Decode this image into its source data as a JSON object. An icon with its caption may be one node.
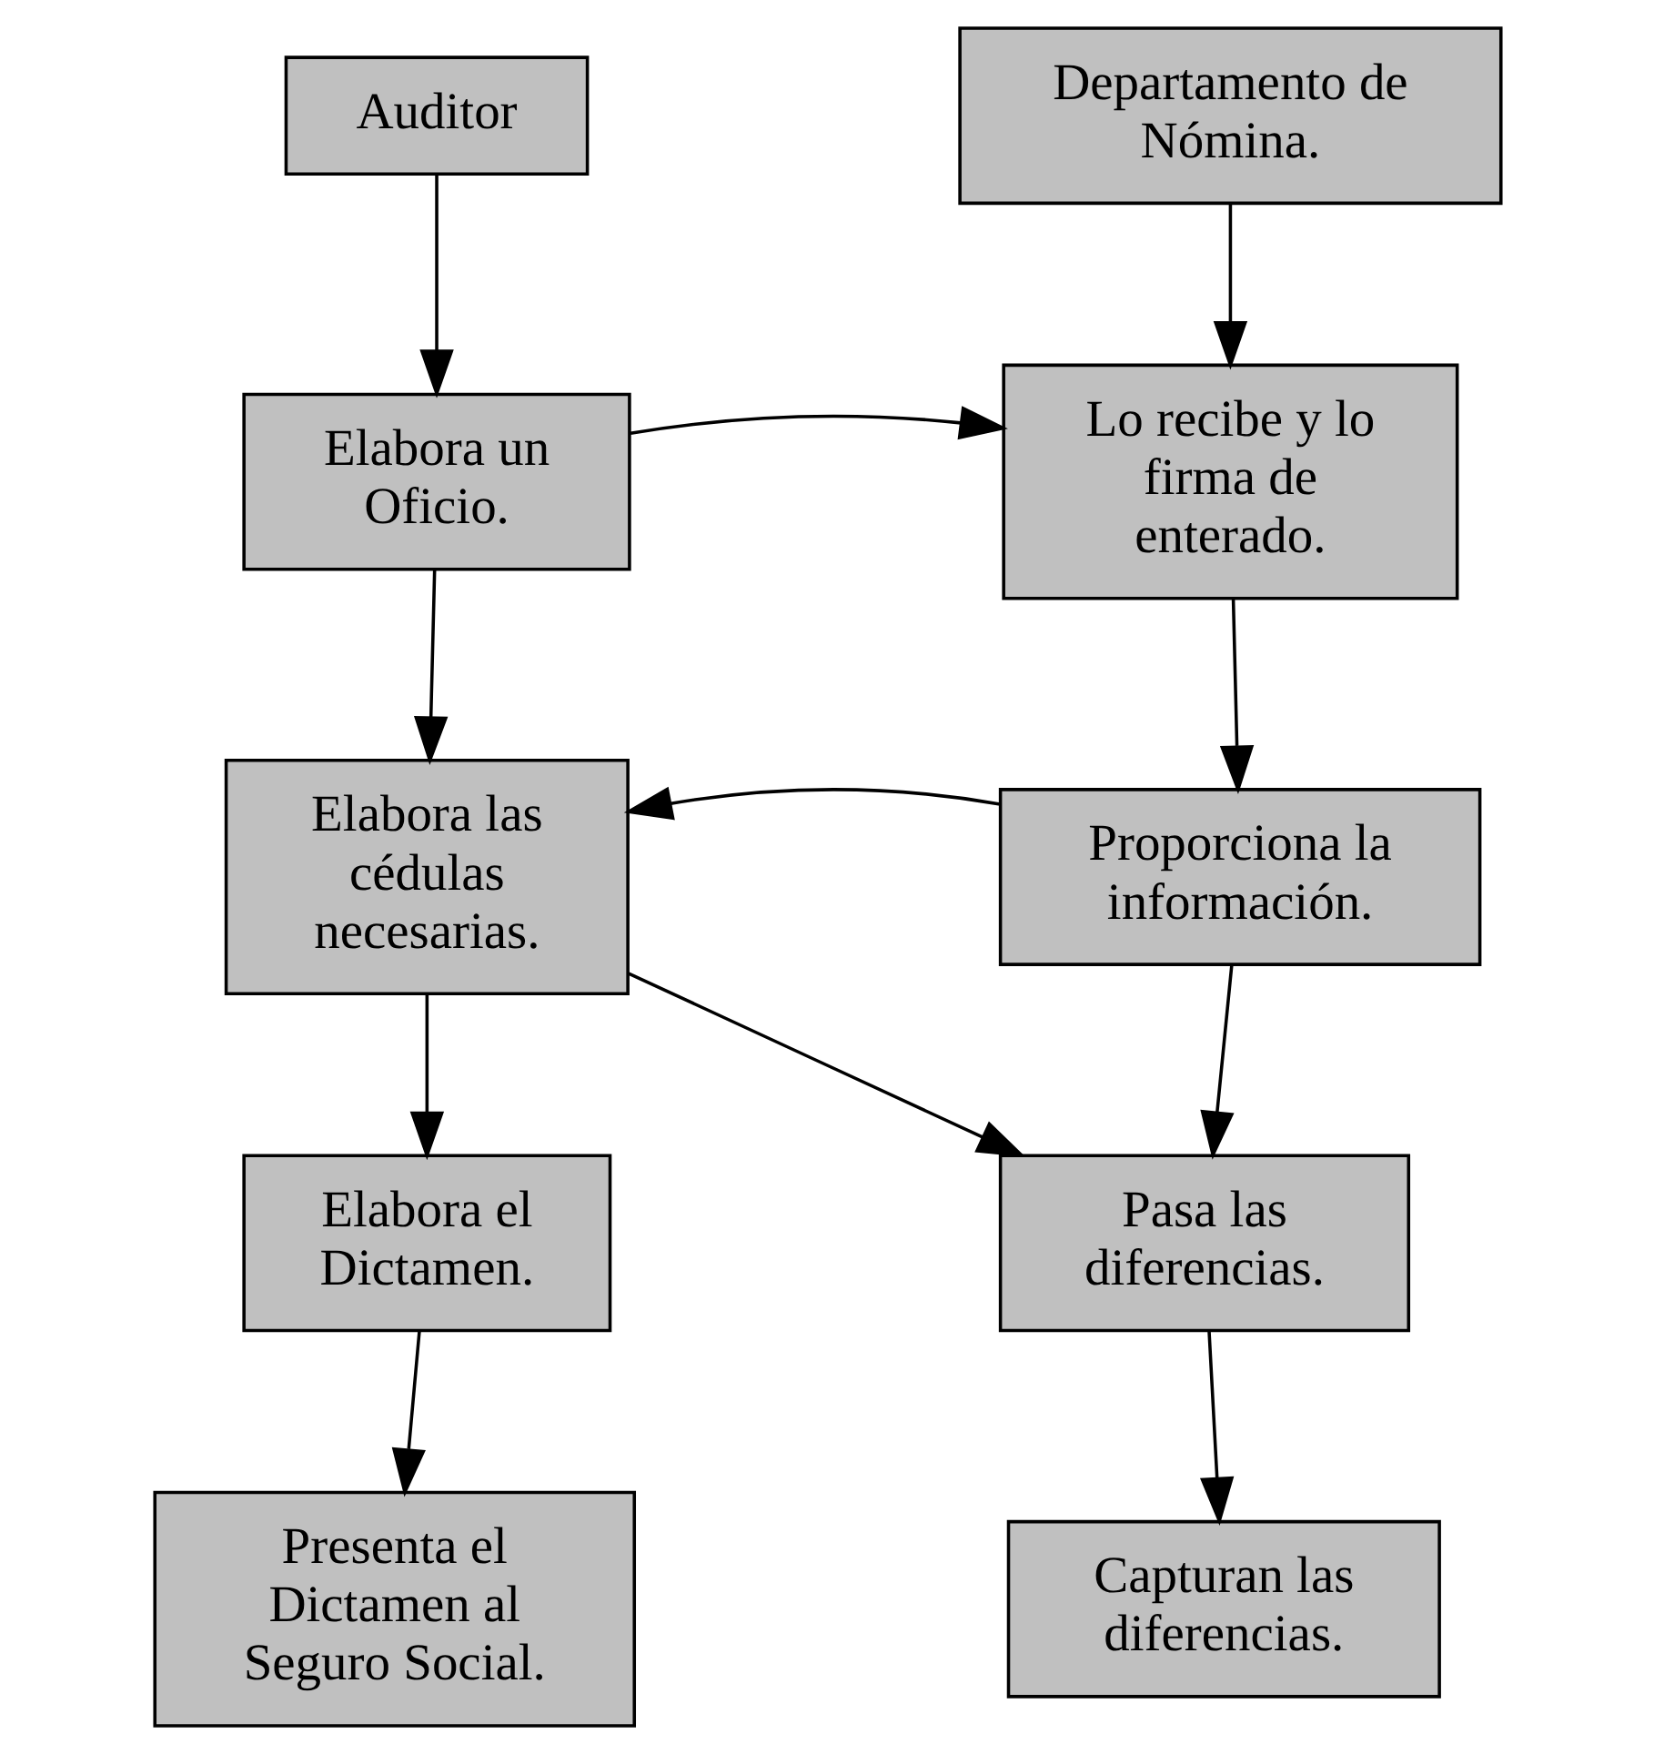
{
  "diagram": {
    "nodes": [
      {
        "text": [
          "Auditor"
        ]
      },
      {
        "text": [
          "Departamento de Nómina."
        ]
      },
      {
        "text": [
          "Elabora un Oficio."
        ]
      },
      {
        "text": [
          "Lo recibe y lo firma de enterado."
        ]
      },
      {
        "text": [
          "Elabora las cédulas necesarias."
        ]
      },
      {
        "text": [
          "Proporciona la información."
        ]
      },
      {
        "text": [
          "Elabora el Dictamen."
        ]
      },
      {
        "text": [
          "Pasa las diferencias."
        ]
      },
      {
        "text": [
          "Presenta el Dictamen al Seguro Social."
        ]
      },
      {
        "text": [
          "Capturan las diferencias."
        ]
      }
    ],
    "edges": [
      {
        "from": 0,
        "to": 2,
        "arrow": "to"
      },
      {
        "from": 1,
        "to": 3,
        "arrow": "to"
      },
      {
        "from": 2,
        "to": 3,
        "arrow": "to"
      },
      {
        "from": 2,
        "to": 4,
        "arrow": "to"
      },
      {
        "from": 3,
        "to": 5,
        "arrow": "to"
      },
      {
        "from": 5,
        "to": 4,
        "arrow": "to"
      },
      {
        "from": 4,
        "to": 7,
        "arrow": "to"
      },
      {
        "from": 5,
        "to": 7,
        "arrow": "to"
      },
      {
        "from": 4,
        "to": 6,
        "arrow": "to"
      },
      {
        "from": 6,
        "to": 8,
        "arrow": "to"
      },
      {
        "from": 7,
        "to": 9,
        "arrow": "to"
      }
    ]
  }
}
